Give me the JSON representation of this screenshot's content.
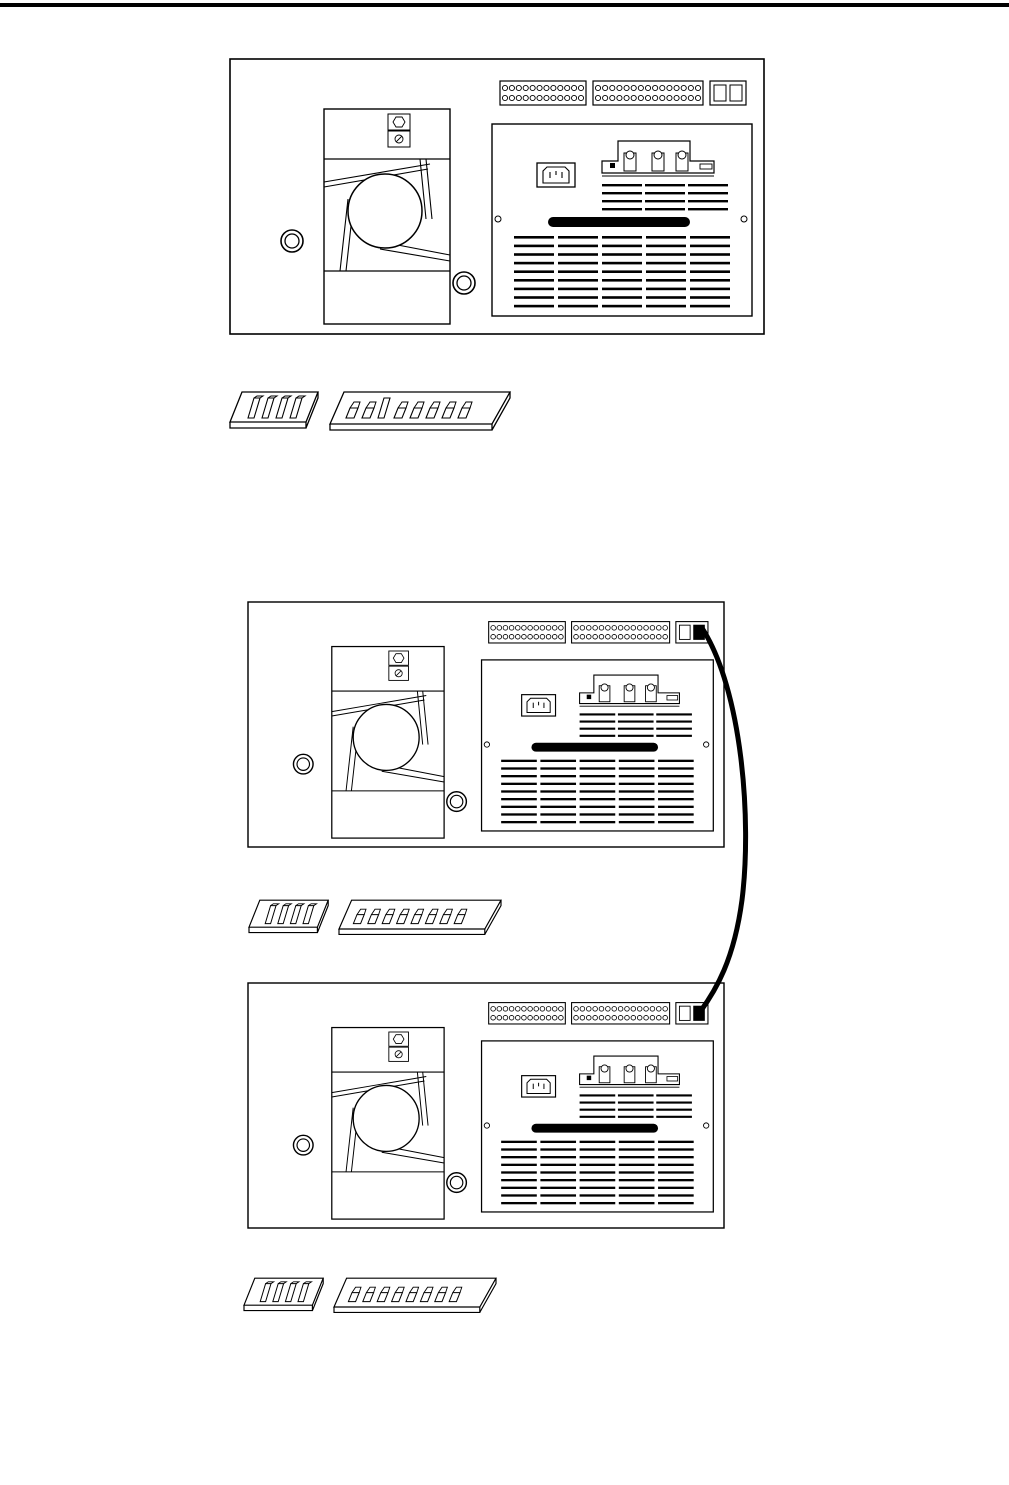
{
  "page": {
    "header_rule": true,
    "background": "#ffffff",
    "ink": "#000000"
  },
  "figures": [
    {
      "name": "standalone-unit",
      "units": [
        "unit-a"
      ],
      "cable": false
    },
    {
      "name": "linked-units",
      "units": [
        "unit-b",
        "unit-c"
      ],
      "cable": true
    }
  ],
  "unit_parts": {
    "terminal_blocks": 2,
    "terminal_pins_per_block": [
      12,
      15
    ],
    "ports": 2,
    "fan": true,
    "mounting_holes": 2,
    "power_inlet": true,
    "fuse_holders": 3,
    "vent_grille": true
  },
  "dip_switches": {
    "count": 3,
    "banks": [
      {
        "name": "bank-a",
        "switches": 4
      },
      {
        "name": "bank-b",
        "switches": 8
      }
    ]
  }
}
